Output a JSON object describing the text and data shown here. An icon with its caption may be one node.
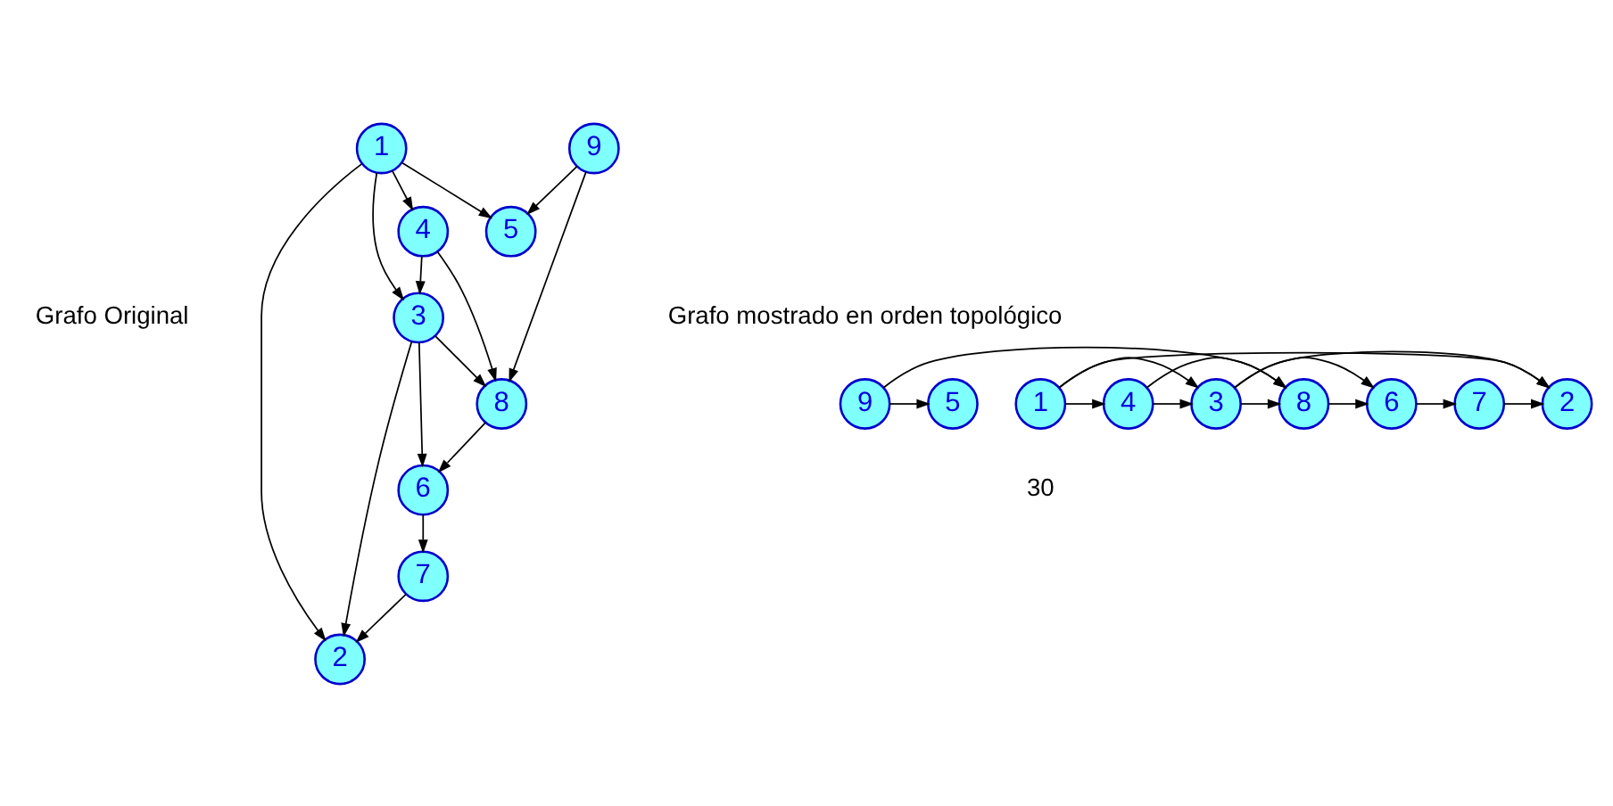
{
  "diagram": {
    "nodes": [
      {
        "text": [
          "7"
        ]
      },
      {
        "text": [
          "2"
        ]
      },
      {
        "text": [
          "3"
        ]
      },
      {
        "text": [
          "6"
        ]
      },
      {
        "text": [
          "1"
        ]
      },
      {
        "text": [
          "8"
        ]
      },
      {
        "text": [
          "4"
        ]
      },
      {
        "text": [
          "5"
        ]
      },
      {
        "text": [
          "9"
        ]
      },
      {
        "text": [
          "9"
        ]
      },
      {
        "text": [
          "1"
        ]
      },
      {
        "text": [
          "5"
        ]
      },
      {
        "text": [
          "4"
        ]
      },
      {
        "text": [
          "3"
        ]
      },
      {
        "text": [
          "8"
        ]
      },
      {
        "text": [
          "6"
        ]
      },
      {
        "text": [
          "7"
        ]
      },
      {
        "text": [
          "2"
        ]
      }
    ],
    "edges": [
      {
        "from": 0,
        "to": 1,
        "arrow": "to"
      },
      {
        "from": 3,
        "to": 0,
        "arrow": "to"
      },
      {
        "from": 2,
        "to": 1,
        "arrow": "to"
      },
      {
        "from": 4,
        "to": 1,
        "arrow": "to"
      },
      {
        "from": 2,
        "to": 3,
        "arrow": "to"
      },
      {
        "from": 4,
        "to": 2,
        "arrow": "to"
      },
      {
        "from": 2,
        "to": 5,
        "arrow": "to"
      },
      {
        "from": 5,
        "to": 3,
        "arrow": "to"
      },
      {
        "from": 4,
        "to": 6,
        "arrow": "to"
      },
      {
        "from": 6,
        "to": 2,
        "arrow": "to"
      },
      {
        "from": 6,
        "to": 5,
        "arrow": "to"
      },
      {
        "from": 4,
        "to": 7,
        "arrow": "to"
      },
      {
        "from": 8,
        "to": 5,
        "arrow": "to"
      },
      {
        "from": 8,
        "to": 7,
        "arrow": "to"
      },
      {
        "from": 9,
        "to": 14,
        "arrow": "to"
      },
      {
        "from": 9,
        "to": 11,
        "arrow": "to"
      },
      {
        "from": 10,
        "to": 12,
        "arrow": "to"
      },
      {
        "from": 10,
        "to": 13,
        "arrow": "to"
      },
      {
        "from": 10,
        "to": 17,
        "arrow": "to"
      },
      {
        "from": 12,
        "to": 13,
        "arrow": "to"
      },
      {
        "from": 13,
        "to": 14,
        "arrow": "to"
      },
      {
        "from": 13,
        "to": 17,
        "arrow": "to"
      },
      {
        "from": 13,
        "to": 15,
        "arrow": "to"
      },
      {
        "from": 12,
        "to": 14,
        "arrow": "to"
      },
      {
        "from": 14,
        "to": 15,
        "arrow": "to"
      },
      {
        "from": 15,
        "to": 16,
        "arrow": "to"
      },
      {
        "from": 16,
        "to": 17,
        "arrow": "to"
      }
    ],
    "labels": [
      "Grafo Original",
      "Grafo mostrado en orden topológico",
      "30"
    ]
  }
}
